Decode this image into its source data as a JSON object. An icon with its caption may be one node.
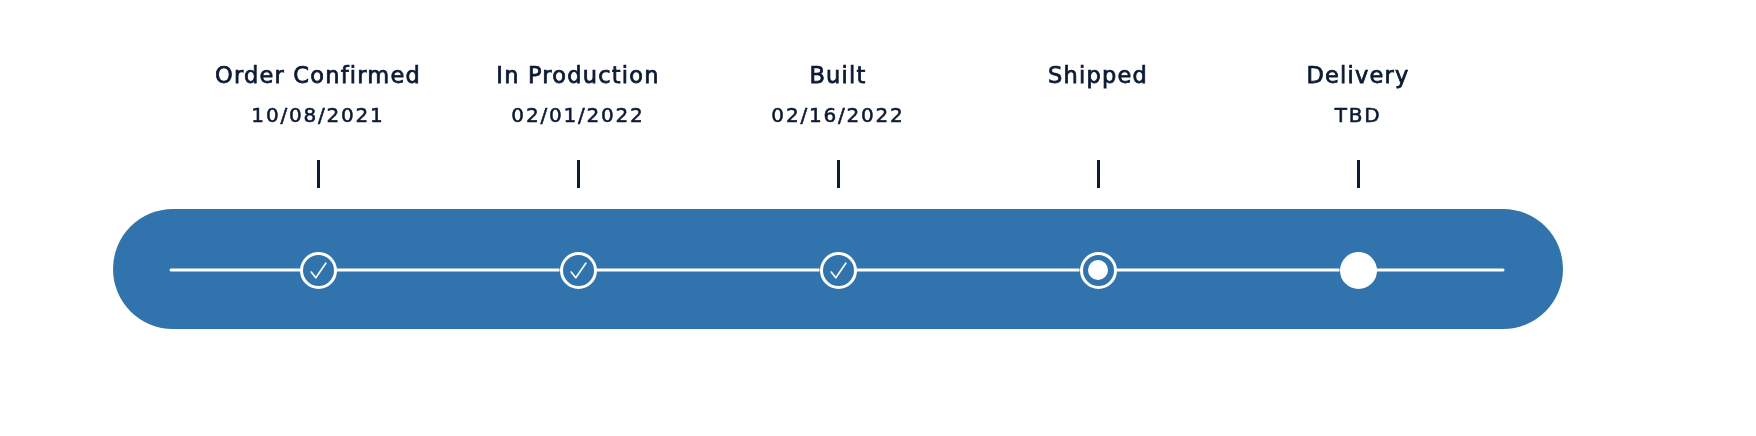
{
  "diagram": {
    "nodes": [
      {
        "text": [],
        "shape": "bar"
      },
      {
        "text": [],
        "shape": "circle",
        "in": 0
      },
      {
        "text": [],
        "shape": "circle",
        "in": 0
      },
      {
        "text": [],
        "shape": "circle",
        "in": 0
      },
      {
        "text": [],
        "shape": "circle",
        "in": 0
      },
      {
        "text": [],
        "shape": "circle",
        "in": 0
      }
    ],
    "edges": [
      {
        "from": null,
        "to": 1,
        "arrow": "none"
      },
      {
        "from": 1,
        "to": 2,
        "arrow": "none"
      },
      {
        "from": 2,
        "to": 3,
        "arrow": "none"
      },
      {
        "from": 3,
        "to": 4,
        "arrow": "none"
      },
      {
        "from": 4,
        "to": 5,
        "arrow": "none"
      },
      {
        "from": 5,
        "to": null,
        "arrow": "none"
      }
    ],
    "labels": [
      "Order Confirmed",
      "In Production",
      "Built",
      "Shipped",
      "Delivery",
      "10/08/2021",
      "02/01/2022",
      "02/16/2022",
      "TBD"
    ]
  }
}
